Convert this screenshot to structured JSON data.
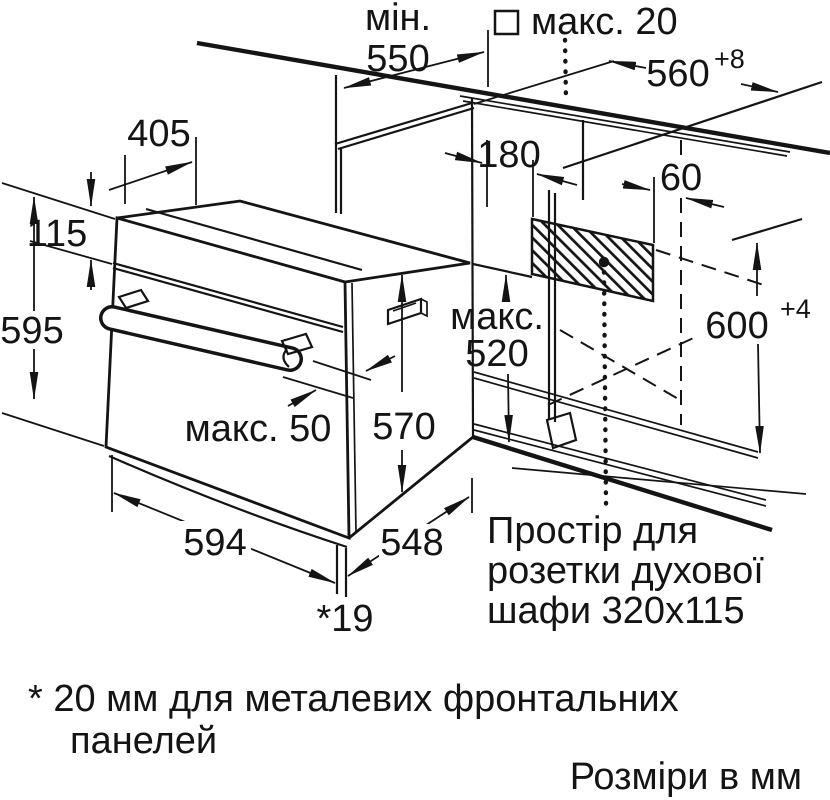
{
  "diagram": {
    "labels": {
      "min550_prefix": "мін.",
      "min550_value": "550",
      "max20": "макс. 20",
      "w560_value": "560",
      "w560_tol": "+8",
      "top405": "405",
      "panel115": "115",
      "height595": "595",
      "socket180": "180",
      "socket60": "60",
      "max520_prefix": "макс.",
      "max520_value": "520",
      "h600_value": "600",
      "h600_tol": "+4",
      "depth570": "570",
      "handle_max50": "макс. 50",
      "width594": "594",
      "body548": "548",
      "gap19": "*19"
    },
    "socket_note": {
      "line1": "Простір для",
      "line2": "розетки духової",
      "line3": "шафи 320x115"
    },
    "footnote": {
      "line1": "* 20 мм для металевих фронтальних",
      "line2": "панелей"
    },
    "units_note": "Розміри в мм",
    "colors": {
      "line": "#141414",
      "background": "#ffffff"
    }
  }
}
